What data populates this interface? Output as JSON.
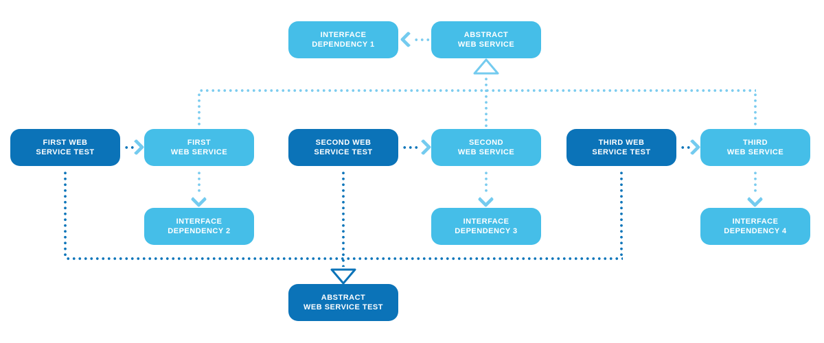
{
  "diagram": {
    "type": "uml-dependency-diagram",
    "colors": {
      "light_blue_box": "#45BEE8",
      "dark_blue_box": "#0B73B8",
      "light_dotted_line": "#7CCCEF",
      "dark_dotted_line": "#0E76BA",
      "arrowhead_light": "#74CBEF",
      "text": "#FFFFFF",
      "background": "#FFFFFF"
    },
    "nodes": {
      "interface_dependency_1": {
        "line1": "INTERFACE",
        "line2": "DEPENDENCY 1",
        "style": "light"
      },
      "abstract_web_service": {
        "line1": "ABSTRACT",
        "line2": "WEB SERVICE",
        "style": "light"
      },
      "first_web_service_test": {
        "line1": "FIRST WEB",
        "line2": "SERVICE TEST",
        "style": "dark"
      },
      "first_web_service": {
        "line1": "FIRST",
        "line2": "WEB SERVICE",
        "style": "light"
      },
      "second_web_service_test": {
        "line1": "SECOND WEB",
        "line2": "SERVICE TEST",
        "style": "dark"
      },
      "second_web_service": {
        "line1": "SECOND",
        "line2": "WEB SERVICE",
        "style": "light"
      },
      "third_web_service_test": {
        "line1": "THIRD WEB",
        "line2": "SERVICE TEST",
        "style": "dark"
      },
      "third_web_service": {
        "line1": "THIRD",
        "line2": "WEB SERVICE",
        "style": "light"
      },
      "interface_dependency_2": {
        "line1": "INTERFACE",
        "line2": "DEPENDENCY 2",
        "style": "light"
      },
      "interface_dependency_3": {
        "line1": "INTERFACE",
        "line2": "DEPENDENCY 3",
        "style": "light"
      },
      "interface_dependency_4": {
        "line1": "INTERFACE",
        "line2": "DEPENDENCY 4",
        "style": "light"
      },
      "abstract_web_service_test": {
        "line1": "ABSTRACT",
        "line2": "WEB SERVICE TEST",
        "style": "dark"
      }
    },
    "edges": [
      {
        "from": "abstract_web_service",
        "to": "interface_dependency_1",
        "kind": "dotted-arrow",
        "color": "light"
      },
      {
        "from": "first_web_service",
        "to": "abstract_web_service",
        "kind": "dotted-hollow-triangle",
        "color": "light"
      },
      {
        "from": "second_web_service",
        "to": "abstract_web_service",
        "kind": "dotted-hollow-triangle",
        "color": "light"
      },
      {
        "from": "third_web_service",
        "to": "abstract_web_service",
        "kind": "dotted-hollow-triangle",
        "color": "light"
      },
      {
        "from": "first_web_service_test",
        "to": "first_web_service",
        "kind": "dotted-arrow",
        "color": "dark"
      },
      {
        "from": "second_web_service_test",
        "to": "second_web_service",
        "kind": "dotted-arrow",
        "color": "dark"
      },
      {
        "from": "third_web_service_test",
        "to": "third_web_service",
        "kind": "dotted-arrow",
        "color": "dark"
      },
      {
        "from": "first_web_service",
        "to": "interface_dependency_2",
        "kind": "dotted-arrow",
        "color": "light"
      },
      {
        "from": "second_web_service",
        "to": "interface_dependency_3",
        "kind": "dotted-arrow",
        "color": "light"
      },
      {
        "from": "third_web_service",
        "to": "interface_dependency_4",
        "kind": "dotted-arrow",
        "color": "light"
      },
      {
        "from": "first_web_service_test",
        "to": "abstract_web_service_test",
        "kind": "dotted-hollow-triangle",
        "color": "dark"
      },
      {
        "from": "second_web_service_test",
        "to": "abstract_web_service_test",
        "kind": "dotted-hollow-triangle",
        "color": "dark"
      },
      {
        "from": "third_web_service_test",
        "to": "abstract_web_service_test",
        "kind": "dotted-hollow-triangle",
        "color": "dark"
      }
    ]
  }
}
